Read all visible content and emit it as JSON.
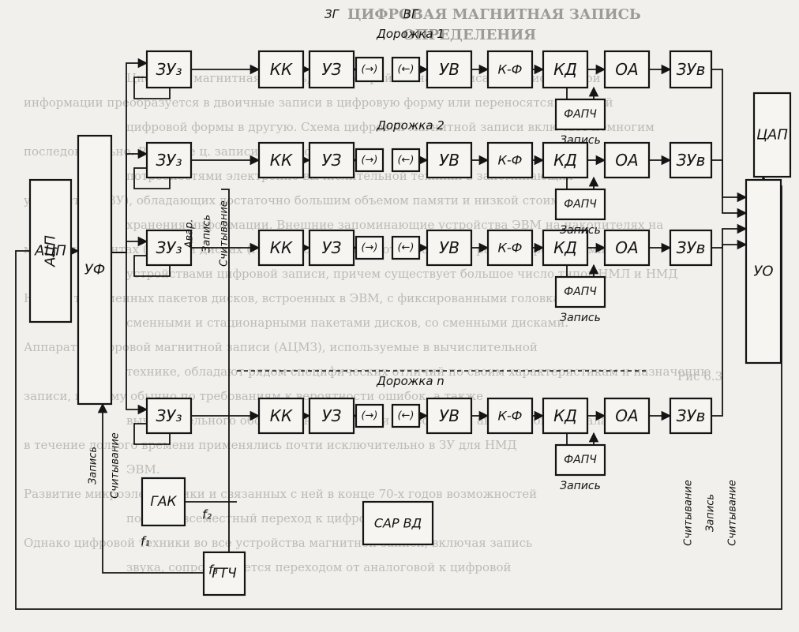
{
  "background": {
    "title": "ЦИФРОВАЯ МАГНИТНАЯ ЗАПИСЬ",
    "subtitle": "ОПРЕДЕЛЕНИЯ",
    "caption": "Рис 6.3",
    "lines": [
      "Цифровая магнитная запись, при которой сигналы описаны записываемой",
      "информации преобразуется в двоичные записи в цифровую форму или переносятся из одной",
      "цифровой формы в другую. Схема цифровой магнитной записи включает немногим",
      "последовательно. Развитие ц. записи связано с",
      "потребностями электронно-вычислительной техники в запоминающих",
      "устройствах (ЗУ), обладающих достаточно большим объемом памяти и низкой стоимостью",
      "хранения информации. Внешние запоминающие устройства ЭВМ на накопителях на",
      "магнитных лентах (НМЛ) и дисках (НМД) и сейчас являются наиболее распространенными",
      "устройствами цифровой записи, причем существует большое число типов НМЛ и НМД",
      "НМД, в т.ч. сменных пакетов дисков, встроенных в ЭВМ, с фиксированными головками, со",
      "сменными и стационарными пакетами дисков, со сменными дисками.",
      "Аппараты цифровой магнитной записи (АЦМЗ), используемые в вычислительной",
      "технике, обладают рядом специфических отличий по своим характеристикам и назначению",
      "записи, поэтому обычно по требованиям к вероятности ошибок, а также",
      "вычислительного оборудования в аудио и видеозаписи аналогового сигнала",
      "в течение долгого времени применялись почти исключительно в ЗУ для НМД",
      "ЭВМ.",
      "Развитие микроэлектроники и связанных с ней в конце 70-х годов возможностей",
      "почти повсеместный переход к цифровым РЗ",
      "Однако цифровой техники во все устройства магнитной записи, включая запись",
      "звука, сопровождается переходом от аналоговой к цифровой"
    ]
  },
  "diagram": {
    "left_blocks": {
      "adc": "АЦП",
      "uf": "УФ",
      "gak": "ГАК",
      "gtch": "ГТЧ"
    },
    "right_blocks": {
      "dac": "ЦАП",
      "uo": "УО",
      "sar": "САР ВД"
    },
    "track_blocks": {
      "zu3": "ЗУ₃",
      "kk": "КК",
      "uz": "УЗ",
      "uv": "УВ",
      "kf": "К-Ф",
      "kd": "КД",
      "oa": "ОА",
      "zuv": "ЗУв",
      "fapch": "ФАПЧ",
      "zapis": "Запись"
    },
    "heads": {
      "write": "(→)",
      "read": "(←)"
    },
    "tracks": [
      "Дорожка 1",
      "Дорожка 2",
      "",
      "Дорожка n"
    ],
    "column_labels": {
      "zg": "ЗГ",
      "vg": "ВГ"
    },
    "vertical_labels": {
      "avar": "Авар.",
      "zapis_top": "Запись",
      "schit_top": "Считывание",
      "zapis_left": "Запись",
      "schit_left": "Считывание",
      "schit_right": "Считывание",
      "zapis_right": "Запись",
      "schit_far": "Считывание"
    },
    "frequency_labels": {
      "f1": "f₁",
      "f2": "f₂",
      "f3": "f₃"
    }
  }
}
